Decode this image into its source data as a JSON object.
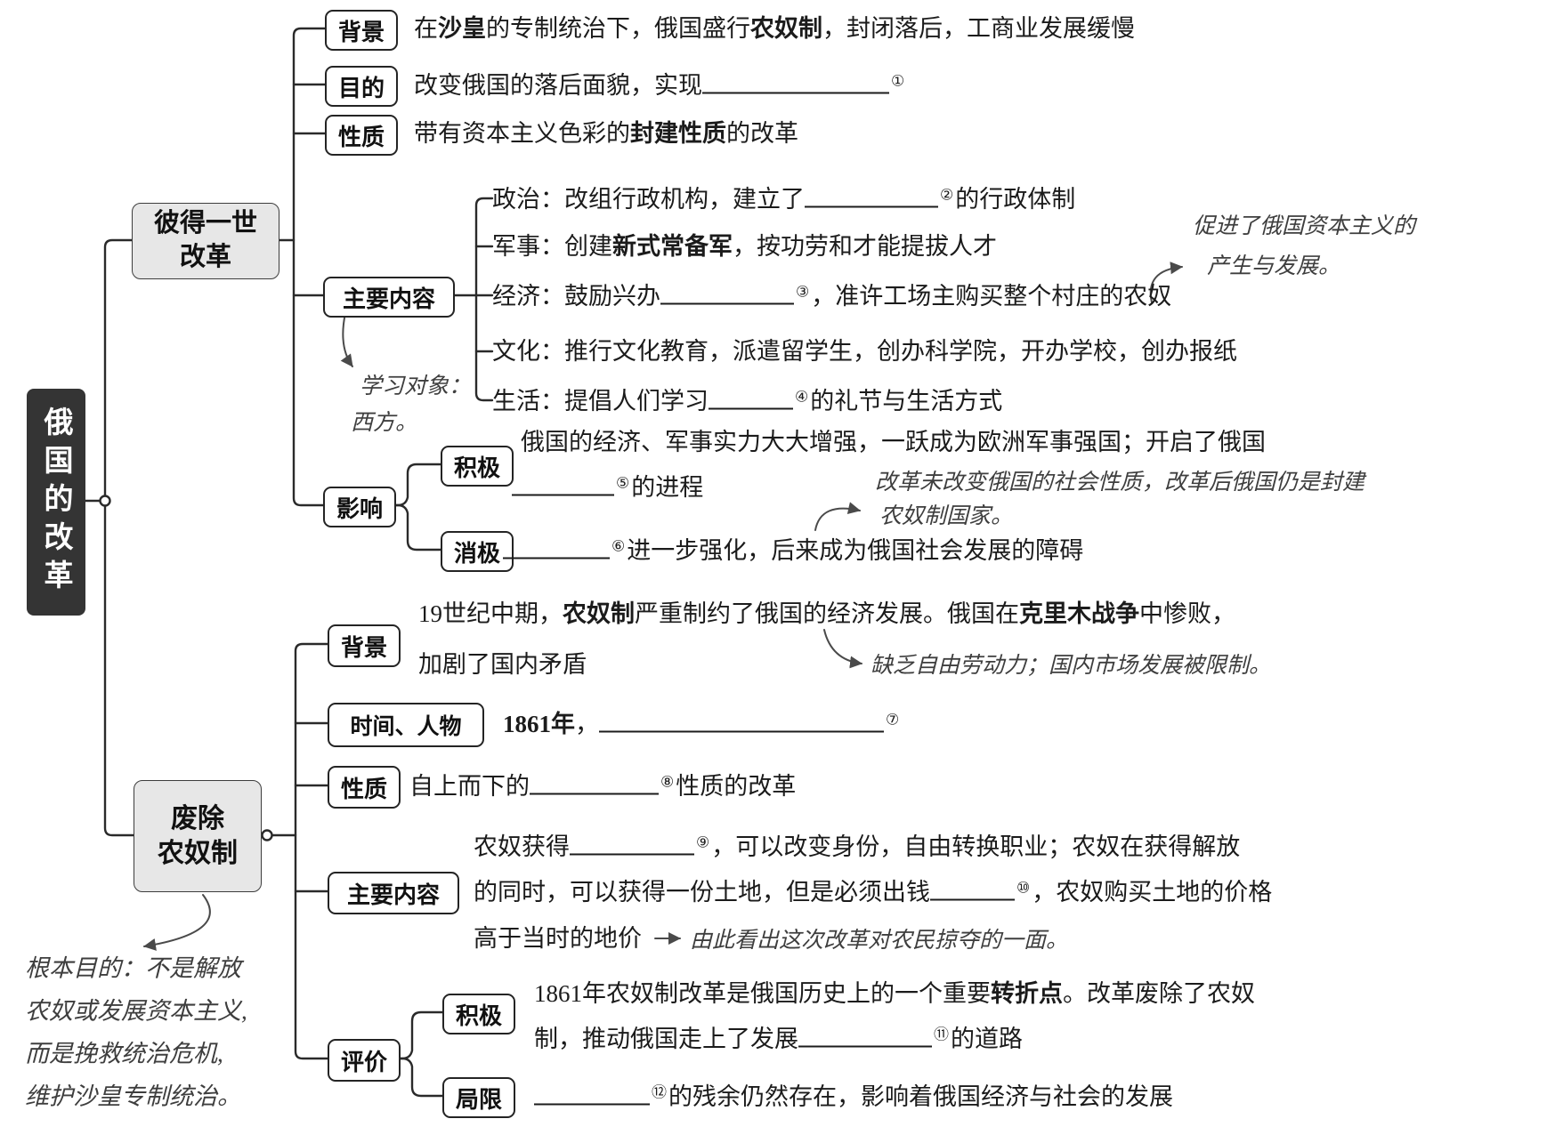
{
  "root": {
    "title": "俄国的改革"
  },
  "peter": {
    "node_line1": "彼得一世",
    "node_line2": "改革",
    "background": {
      "label": "背景",
      "line": [
        {
          "t": "在"
        },
        {
          "t": "沙皇",
          "b": true
        },
        {
          "t": "的专制统治下，俄国盛行"
        },
        {
          "t": "农奴制",
          "b": true
        },
        {
          "t": "，封闭落后，工商业发展缓慢"
        }
      ]
    },
    "purpose": {
      "label": "目的",
      "line": [
        {
          "t": "改变俄国的落后面貌，实现"
        },
        {
          "blank": 210,
          "sup": "①"
        }
      ]
    },
    "nature": {
      "label": "性质",
      "line": [
        {
          "t": "带有资本主义色彩的"
        },
        {
          "t": "封建性质",
          "b": true
        },
        {
          "t": "的改革"
        }
      ]
    },
    "content": {
      "label": "主要内容",
      "politics": [
        {
          "t": "政治：改组行政机构，建立了"
        },
        {
          "blank": 150,
          "sup": "②"
        },
        {
          "t": "的行政体制"
        }
      ],
      "military": [
        {
          "t": "军事：创建"
        },
        {
          "t": "新式常备军",
          "b": true
        },
        {
          "t": "，按功劳和才能提拔人才"
        }
      ],
      "economy": [
        {
          "t": "经济：鼓励兴办"
        },
        {
          "blank": 150,
          "sup": "③"
        },
        {
          "t": "，准许工场主购买整个村庄的农奴"
        }
      ],
      "culture": [
        {
          "t": "文化：推行文化教育，派遣留学生，创办科学院，开办学校，创办报纸"
        }
      ],
      "life": [
        {
          "t": "生活：提倡人们学习"
        },
        {
          "blank": 95,
          "sup": "④"
        },
        {
          "t": "的礼节与生活方式"
        }
      ],
      "note_study_line1": "学习对象：",
      "note_study_line2": "西方。",
      "note_capitalism_line1": "促进了俄国资本主义的",
      "note_capitalism_line2": "产生与发展。"
    },
    "impact": {
      "label": "影响",
      "positive_label": "积极",
      "positive_line1": [
        {
          "t": "俄国的经济、军事实力大大增强，一跃成为欧洲军事强国；开启了俄国"
        }
      ],
      "positive_line2": [
        {
          "blank": 115,
          "sup": "⑤"
        },
        {
          "t": "的进程"
        }
      ],
      "negative_label": "消极",
      "negative_line": [
        {
          "blank": 120,
          "sup": "⑥"
        },
        {
          "t": "进一步强化，后来成为俄国社会发展的障碍"
        }
      ],
      "note_line1": "改革未改变俄国的社会性质，改革后俄国仍是封建",
      "note_line2": "农奴制国家。"
    }
  },
  "abolition": {
    "node_line1": "废除",
    "node_line2": "农奴制",
    "background": {
      "label": "背景",
      "line1": [
        {
          "t": "19世纪中期，"
        },
        {
          "t": "农奴制",
          "b": true
        },
        {
          "t": "严重制约了俄国的经济发展。俄国在"
        },
        {
          "t": "克里木战争",
          "b": true
        },
        {
          "t": "中惨败，"
        }
      ],
      "line2": [
        {
          "t": "加剧了国内矛盾"
        }
      ],
      "note": "缺乏自由劳动力；国内市场发展被限制。"
    },
    "time_people": {
      "label": "时间、人物",
      "line": [
        {
          "t": "1861年",
          "b": true
        },
        {
          "t": "，"
        },
        {
          "blank": 320,
          "sup": "⑦"
        }
      ]
    },
    "nature": {
      "label": "性质",
      "line": [
        {
          "t": "自上而下的"
        },
        {
          "blank": 145,
          "sup": "⑧"
        },
        {
          "t": "性质的改革"
        }
      ]
    },
    "content": {
      "label": "主要内容",
      "line1": [
        {
          "t": "农奴获得"
        },
        {
          "blank": 140,
          "sup": "⑨"
        },
        {
          "t": "，可以改变身份，自由转换职业；农奴在获得解放"
        }
      ],
      "line2": [
        {
          "t": "的同时，可以获得一份土地，但是必须出钱"
        },
        {
          "blank": 95,
          "sup": "⑩"
        },
        {
          "t": "，农奴购买土地的价格"
        }
      ],
      "line3": [
        {
          "t": "高于当时的地价"
        }
      ],
      "note": "由此看出这次改革对农民掠夺的一面。"
    },
    "evaluation": {
      "label": "评价",
      "positive_label": "积极",
      "positive_line1": [
        {
          "t": "1861年农奴制改革是俄国历史上的一个重要"
        },
        {
          "t": "转折点",
          "b": true
        },
        {
          "t": "。改革废除了农奴"
        }
      ],
      "positive_line2": [
        {
          "t": "制，推动俄国走上了发展"
        },
        {
          "blank": 150,
          "sup": "⑪"
        },
        {
          "t": "的道路"
        }
      ],
      "limit_label": "局限",
      "limit_line": [
        {
          "blank": 130,
          "sup": "⑫"
        },
        {
          "t": "的残余仍然存在，影响着俄国经济与社会的发展"
        }
      ]
    },
    "note_purpose_line1": "根本目的：不是解放",
    "note_purpose_line2": "农奴或发展资本主义,",
    "note_purpose_line3": "而是挽救统治危机,",
    "note_purpose_line4": "维护沙皇专制统治。"
  }
}
